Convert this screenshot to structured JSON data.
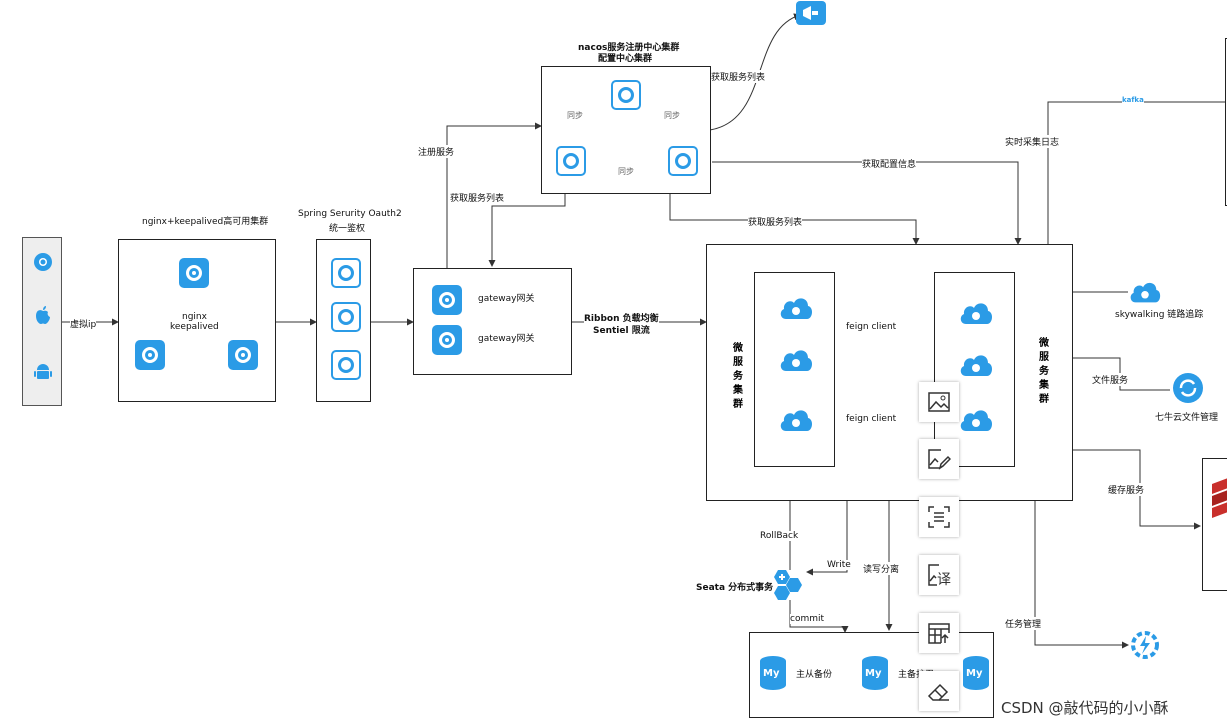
{
  "nacos": {
    "title_line1": "nacos服务注册中心集群",
    "title_line2": "配置中心集群",
    "sync1": "同步",
    "sync2": "同步",
    "sync3": "同步"
  },
  "nginx": {
    "title": "nginx+keepalived高可用集群",
    "center_line1": "nginx",
    "center_line2": "keepalived"
  },
  "oauth": {
    "title_line1": "Spring Serurity Oauth2",
    "title_line2": "统一鉴权"
  },
  "gateway": {
    "item1": "gateway网关",
    "item2": "gateway网关"
  },
  "edges": {
    "virtual_ip": "虚拟ip",
    "register": "注册服务",
    "fetch_list_gateway": "获取服务列表",
    "fetch_list_nacos": "获取服务列表",
    "fetch_list_micro": "获取服务列表",
    "fetch_config": "获取配置信息",
    "realtime_log": "实时采集日志",
    "ribbon_line1": "Ribbon 负载均衡",
    "ribbon_line2": "Sentiel 限流",
    "feign1": "feign client",
    "feign2": "feign client",
    "file_service": "文件服务",
    "cache_service": "缓存服务",
    "task_mgmt": "任务管理",
    "rollback": "RollBack",
    "write": "Write",
    "rw_split": "读写分离",
    "commit": "commit",
    "master_slave": "主从备份",
    "master_master": "主备护卫"
  },
  "micro": {
    "left_label": "微服务集群",
    "right_label": "微服务集群"
  },
  "services": {
    "kafka": "kafka",
    "skywalking": "skywalking 链路追踪",
    "qiniu": "七牛云文件管理",
    "seata": "Seata 分布式事务"
  },
  "db": {
    "logo": "My"
  },
  "watermark": "CSDN @敲代码的小小酥",
  "clients": {
    "icons": [
      "chrome-icon",
      "apple-icon",
      "android-icon"
    ]
  },
  "toolbar": {
    "icons": [
      "image-icon",
      "image-edit-icon",
      "text-extract-icon",
      "translate-icon",
      "table-export-icon",
      "eraser-icon"
    ],
    "translate_glyph": "译"
  },
  "colors": {
    "accent": "#2b9be6",
    "line": "#333333",
    "redis": "#c9302c"
  }
}
